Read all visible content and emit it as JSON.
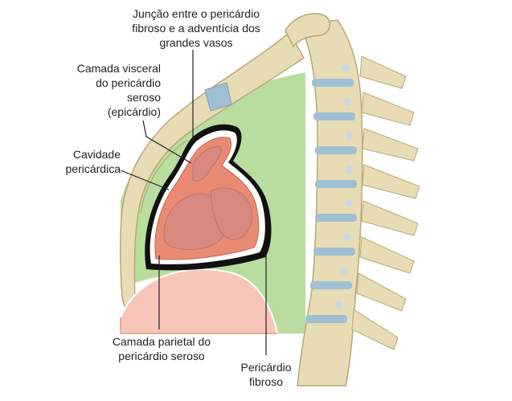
{
  "labels": {
    "juncao": "Junção entre o pericárdio\nfibroso e a adventícia dos\ngrandes vasos",
    "camada_visceral": "Camada visceral\ndo pericárdio\nseroso\n(epicárdio)",
    "cavidade": "Cavidade\npericárdica",
    "camada_parietal": "Camada parietal do\npericárdio seroso",
    "pericardio_fibroso": "Pericárdio\nfibroso"
  },
  "colors": {
    "cavity_green": "#b8dd9e",
    "pericardium_black": "#111111",
    "heart_salmon": "#e98b74",
    "heart_inner": "#d98a80",
    "bone": "#e8dcb4",
    "bone_shadow": "#b9a77a",
    "disc_blue": "#9fbfd3",
    "diaphragm_pink": "#f6c6b8",
    "leader_line": "#222222"
  }
}
